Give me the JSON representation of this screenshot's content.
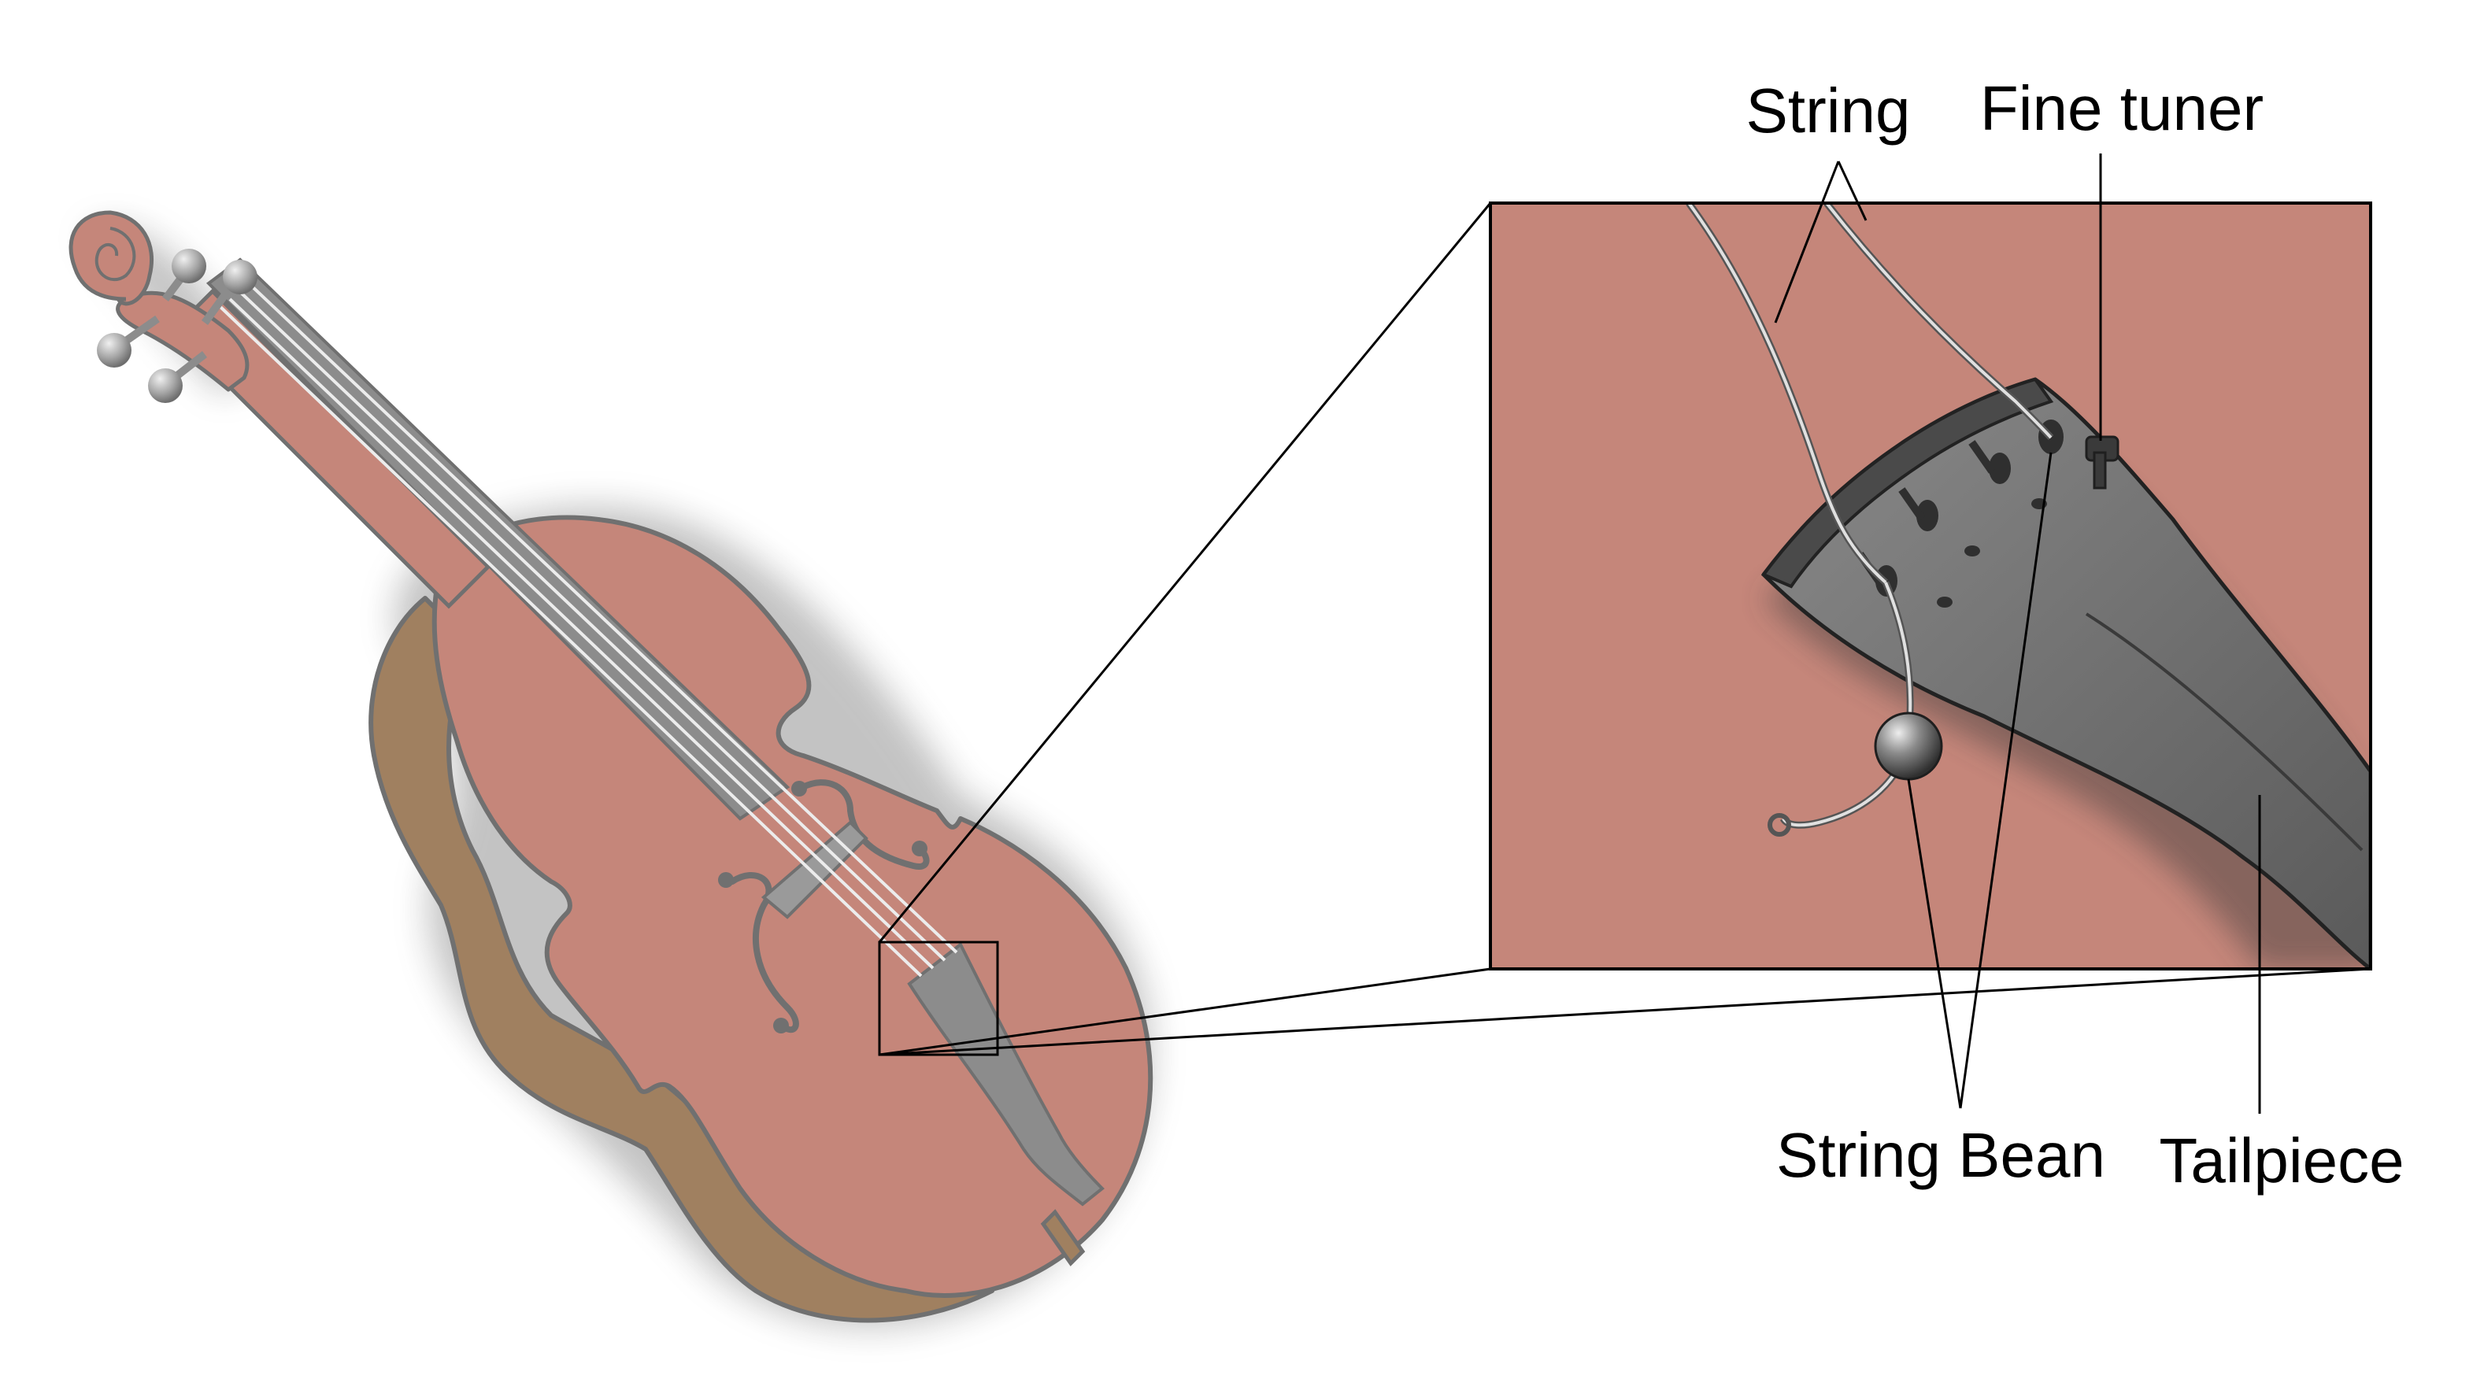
{
  "labels": {
    "string": "String",
    "fine_tuner": "Fine tuner",
    "string_bean": "String Bean",
    "tailpiece": "Tailpiece"
  },
  "colors": {
    "body_top": "#c5867a",
    "body_rib": "#a08060",
    "outline": "#707070",
    "tailpiece": "#6f6f6f",
    "tailpiece_dark": "#4a4a4a",
    "fingerboard": "#8c8c8c",
    "string": "#ececec",
    "peg": "#a8a8a8",
    "line": "#000000",
    "background": "#ffffff"
  }
}
